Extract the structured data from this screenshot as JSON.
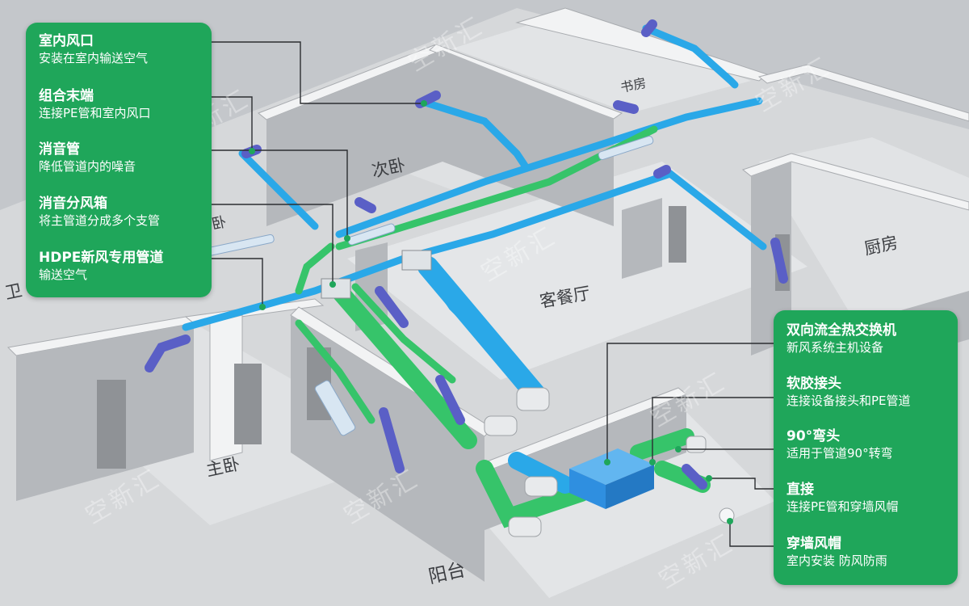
{
  "colors": {
    "panel": "#1fa65a",
    "pipe_blue": "#2aa8e8",
    "pipe_green": "#36c46a",
    "pipe_purple": "#5a5fc6",
    "wall": "#b9bcc0",
    "floor": "#d8dadc",
    "device": "#2f8fe0"
  },
  "left_panel": {
    "items": [
      {
        "title": "室内风口",
        "desc": "安装在室内输送空气"
      },
      {
        "title": "组合末端",
        "desc": "连接PE管和室内风口"
      },
      {
        "title": "消音管",
        "desc": "降低管道内的噪音"
      },
      {
        "title": "消音分风箱",
        "desc": "将主管道分成多个支管"
      },
      {
        "title": "HDPE新风专用管道",
        "desc": "输送空气"
      }
    ]
  },
  "right_panel": {
    "items": [
      {
        "title": "双向流全热交换机",
        "desc": "新风系统主机设备"
      },
      {
        "title": "软胶接头",
        "desc": "连接设备接头和PE管道"
      },
      {
        "title": "90°弯头",
        "desc": "适用于管道90°转弯"
      },
      {
        "title": "直接",
        "desc": "连接PE管和穿墙风帽"
      },
      {
        "title": "穿墙风帽",
        "desc": "室内安装 防风防雨"
      }
    ]
  },
  "rooms": {
    "second_bedroom": "次卧",
    "study": "书房",
    "living_dining": "客餐厅",
    "kitchen": "厨房",
    "master_bedroom": "主卧",
    "balcony": "阳台",
    "bathroom": "卫",
    "left_room": "卧"
  },
  "watermark": "空新汇"
}
